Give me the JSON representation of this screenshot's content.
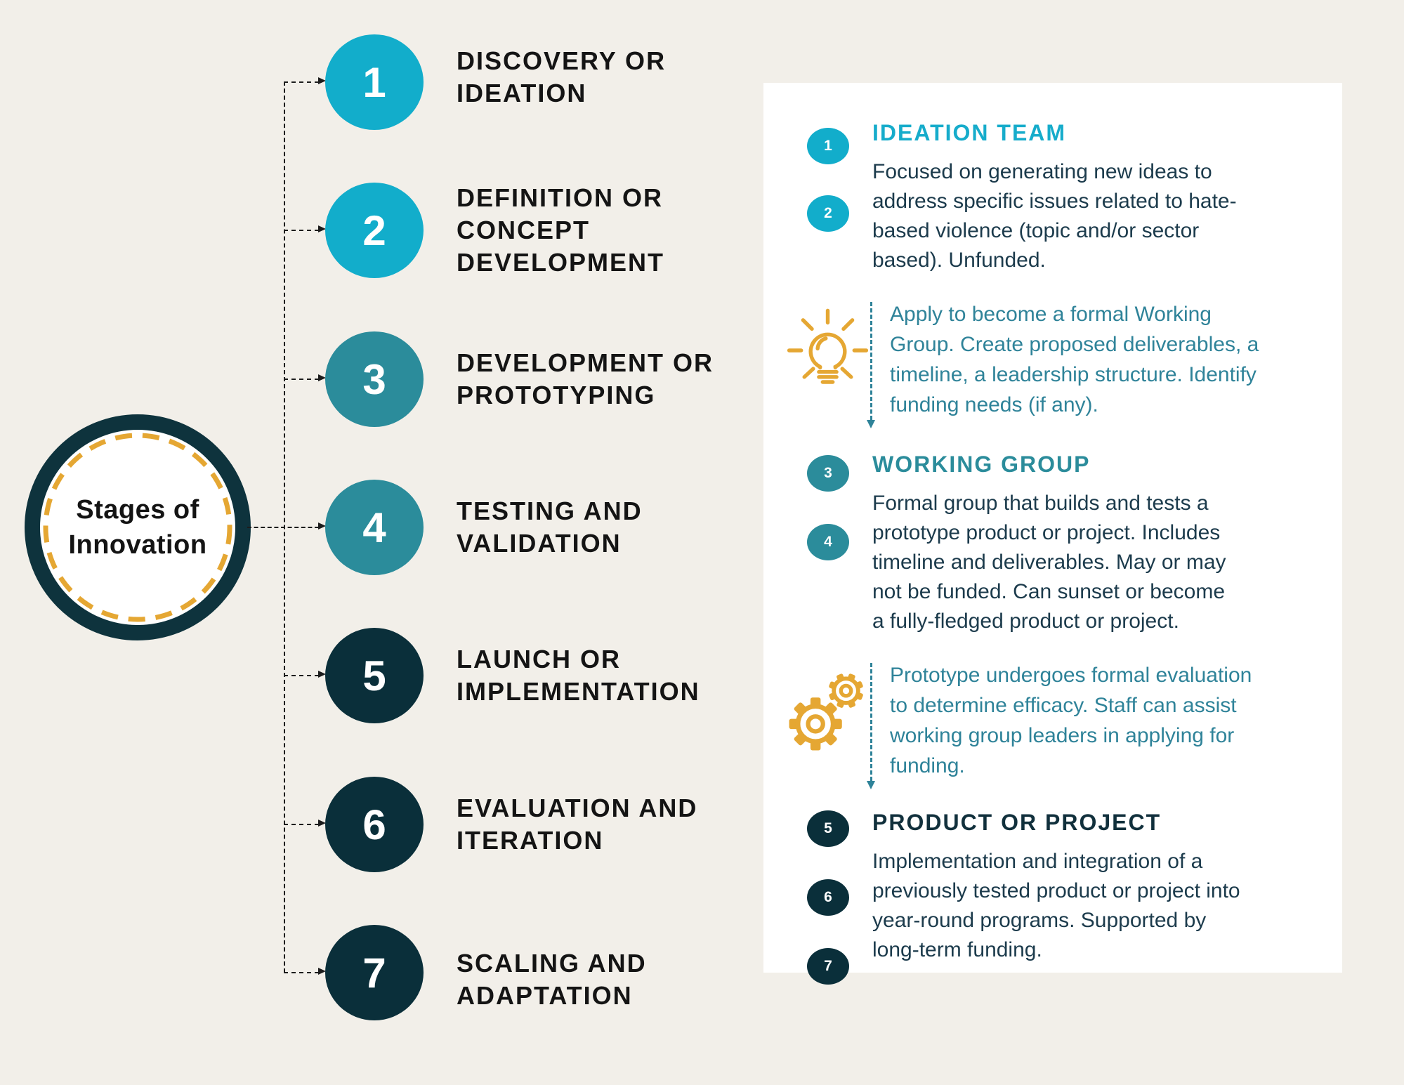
{
  "title": "Stages of Innovation",
  "colors": {
    "background": "#F2EFE9",
    "panel_background": "#FFFFFF",
    "stage_cyan": "#12ADCB",
    "stage_teal": "#2B8C9B",
    "stage_navy": "#0A2F3A",
    "hub_ring_navy": "#0E333D",
    "hub_ring_gold_dashed": "#E5A733",
    "gold_icon": "#E5A733",
    "heading_cyan": "#16ACCB",
    "heading_teal": "#2B8C9B",
    "heading_navy": "#11303C",
    "body_text": "#1C3B4C",
    "callout_text": "#2F8399",
    "connector_black": "#1C1C1C"
  },
  "hub": {
    "title": "Stages of\nInnovation"
  },
  "stages": [
    {
      "number": "1",
      "label": "DISCOVERY OR\nIDEATION"
    },
    {
      "number": "2",
      "label": "DEFINITION OR\nCONCEPT\nDEVELOPMENT"
    },
    {
      "number": "3",
      "label": "DEVELOPMENT OR\nPROTOTYPING"
    },
    {
      "number": "4",
      "label": "TESTING AND\nVALIDATION"
    },
    {
      "number": "5",
      "label": "LAUNCH OR\nIMPLEMENTATION"
    },
    {
      "number": "6",
      "label": "EVALUATION AND\nITERATION"
    },
    {
      "number": "7",
      "label": "SCALING AND\nADAPTATION"
    }
  ],
  "panel": {
    "sections": [
      {
        "heading": "IDEATION TEAM",
        "badges": [
          "1",
          "2"
        ],
        "body": "Focused on generating new ideas to\naddress specific issues related to hate-\nbased violence (topic and/or sector\nbased). Unfunded."
      },
      {
        "heading": "WORKING GROUP",
        "badges": [
          "3",
          "4"
        ],
        "body": "Formal group that builds and tests a\nprototype product or project. Includes\ntimeline and deliverables. May or may\nnot be funded. Can sunset or become\na fully-fledged product or project."
      },
      {
        "heading": "PRODUCT OR PROJECT",
        "badges": [
          "5",
          "6",
          "7"
        ],
        "body": "Implementation and integration of a\npreviously tested product or project into\nyear-round programs. Supported by\nlong-term funding."
      }
    ],
    "callouts": [
      {
        "icon": "lightbulb-icon",
        "text": "Apply to become a formal Working\nGroup. Create proposed deliverables, a\ntimeline, a leadership structure. Identify\nfunding needs (if any)."
      },
      {
        "icon": "gears-icon",
        "text": "Prototype undergoes formal evaluation\nto determine efficacy. Staff can assist\nworking group leaders in applying for\nfunding."
      }
    ]
  }
}
